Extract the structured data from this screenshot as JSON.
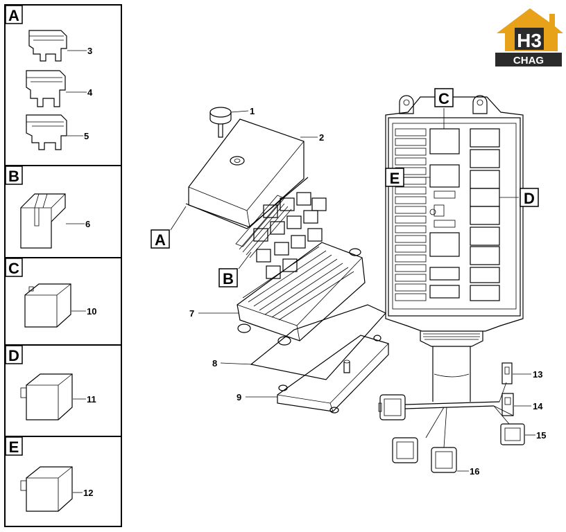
{
  "logo": {
    "letters": "H3",
    "brand": "CHAG",
    "color_roof": "#e8a21a",
    "color_text": "#ffffff",
    "color_band": "#2b2b2b"
  },
  "panels": [
    {
      "letter": "A",
      "parts": [
        "3",
        "4",
        "5"
      ]
    },
    {
      "letter": "B",
      "parts": [
        "6"
      ]
    },
    {
      "letter": "C",
      "parts": [
        "10"
      ]
    },
    {
      "letter": "D",
      "parts": [
        "11"
      ]
    },
    {
      "letter": "E",
      "parts": [
        "12"
      ]
    }
  ],
  "callouts": {
    "main": [
      "1",
      "2",
      "7",
      "8",
      "9"
    ],
    "harness": [
      "13",
      "14",
      "15",
      "16"
    ]
  },
  "boxes": {
    "a": "A",
    "b": "B",
    "c": "C",
    "d": "D",
    "e": "E"
  }
}
